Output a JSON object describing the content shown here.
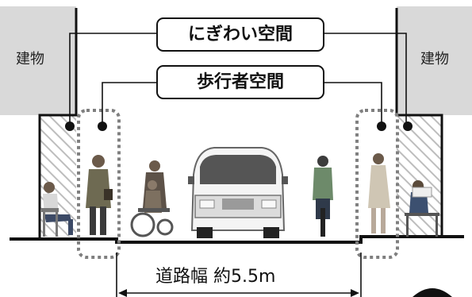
{
  "labels": {
    "lively_space": "にぎわい空間",
    "pedestrian_space": "歩行者空間",
    "building_left": "建物",
    "building_right": "建物",
    "road_width": "道路幅  約5.5m"
  },
  "colors": {
    "building_fill": "#d9d9d9",
    "hatch": "#bfbfbf",
    "dotted_outline": "#7f7f7f",
    "line": "#111111"
  },
  "icons": [
    "seated-person-icon",
    "pedestrian-icon",
    "wheelchair-icon",
    "van-icon",
    "cyclist-icon",
    "woman-icon",
    "reading-person-icon"
  ]
}
